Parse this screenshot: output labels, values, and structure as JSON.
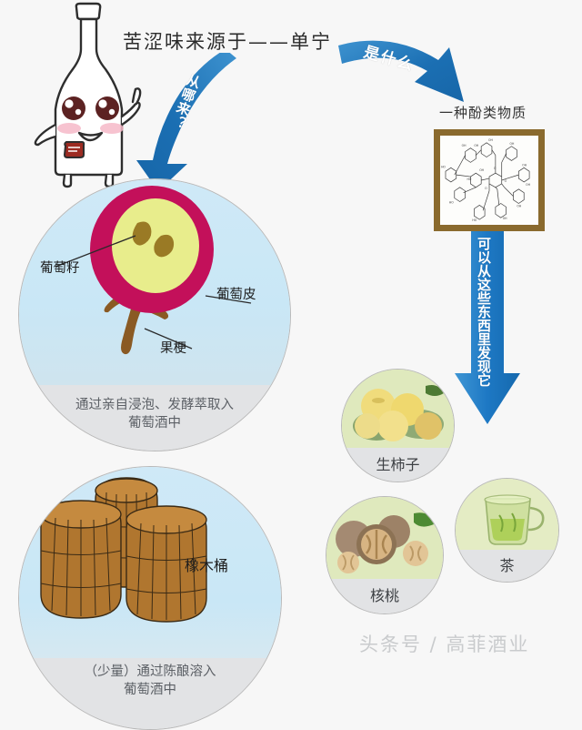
{
  "title": "苦涩味来源于——单宁",
  "arrows": {
    "left": {
      "label": "从哪来？",
      "color": "#1c6fb5"
    },
    "right": {
      "label": "是什么",
      "color": "#1c6fb5"
    },
    "down": {
      "label": "可以从这些东西里发现它",
      "color": "#1c78c4"
    }
  },
  "phenol": {
    "caption": "一种酚类物质",
    "frame_color": "#8a6a2e"
  },
  "grape_circle": {
    "caption_line1": "通过亲自浸泡、发酵萃取入",
    "caption_line2": "葡萄酒中",
    "bg_color": "#c9e7f6",
    "labels": {
      "seed": "葡萄籽",
      "skin": "葡萄皮",
      "stem": "果梗"
    },
    "grape_colors": {
      "skin": "#c3105a",
      "flesh": "#e8ed8c",
      "seed": "#9a7a25",
      "stem": "#8a5a24"
    }
  },
  "barrel_circle": {
    "caption_line1": "（少量）通过陈酿溶入",
    "caption_line2": "葡萄酒中",
    "bg_color": "#c9e7f6",
    "label": "橡木桶",
    "barrel_color": "#b0762f"
  },
  "food_circles": [
    {
      "name": "生柿子",
      "bg_color": "#dfe9bd"
    },
    {
      "name": "核桃",
      "bg_color": "#dfe9bd"
    },
    {
      "name": "茶",
      "bg_color": "#dfe9bd"
    }
  ],
  "watermark": "头条号 / 高菲酒业",
  "mascot": {
    "name": "wine-bottle-mascot",
    "body_color": "#ffffff",
    "outline_color": "#2e2e2e",
    "eye_color": "#5c2222",
    "blush_color": "#f6b8c8",
    "tag_color": "#9c2b22"
  }
}
